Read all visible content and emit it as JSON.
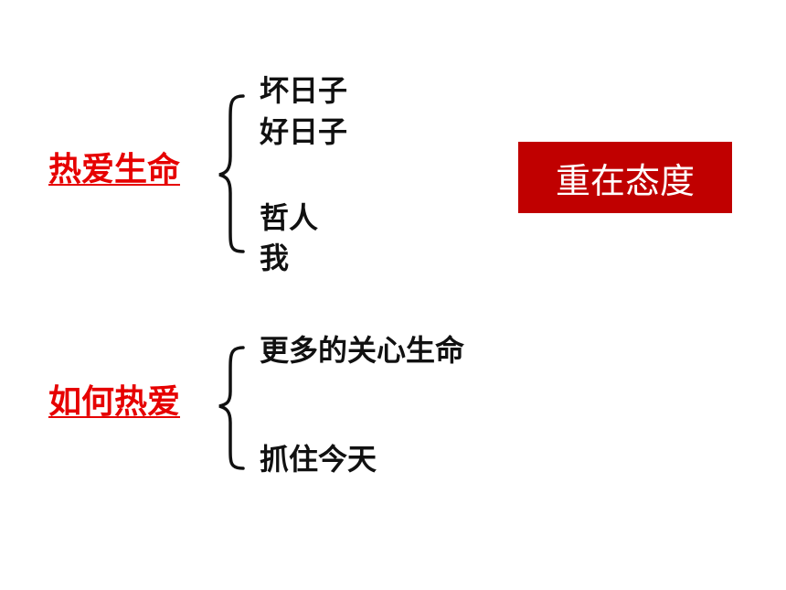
{
  "group1": {
    "topic": "热爱生命",
    "items": [
      "坏日子",
      "好日子",
      "哲人",
      "我"
    ]
  },
  "group2": {
    "topic": "如何热爱",
    "items": [
      "更多的关心生命",
      "抓住今天"
    ]
  },
  "badge": {
    "label": "重在态度",
    "color": "#c00000"
  },
  "colors": {
    "topic": "#e60000",
    "text": "#111111"
  }
}
